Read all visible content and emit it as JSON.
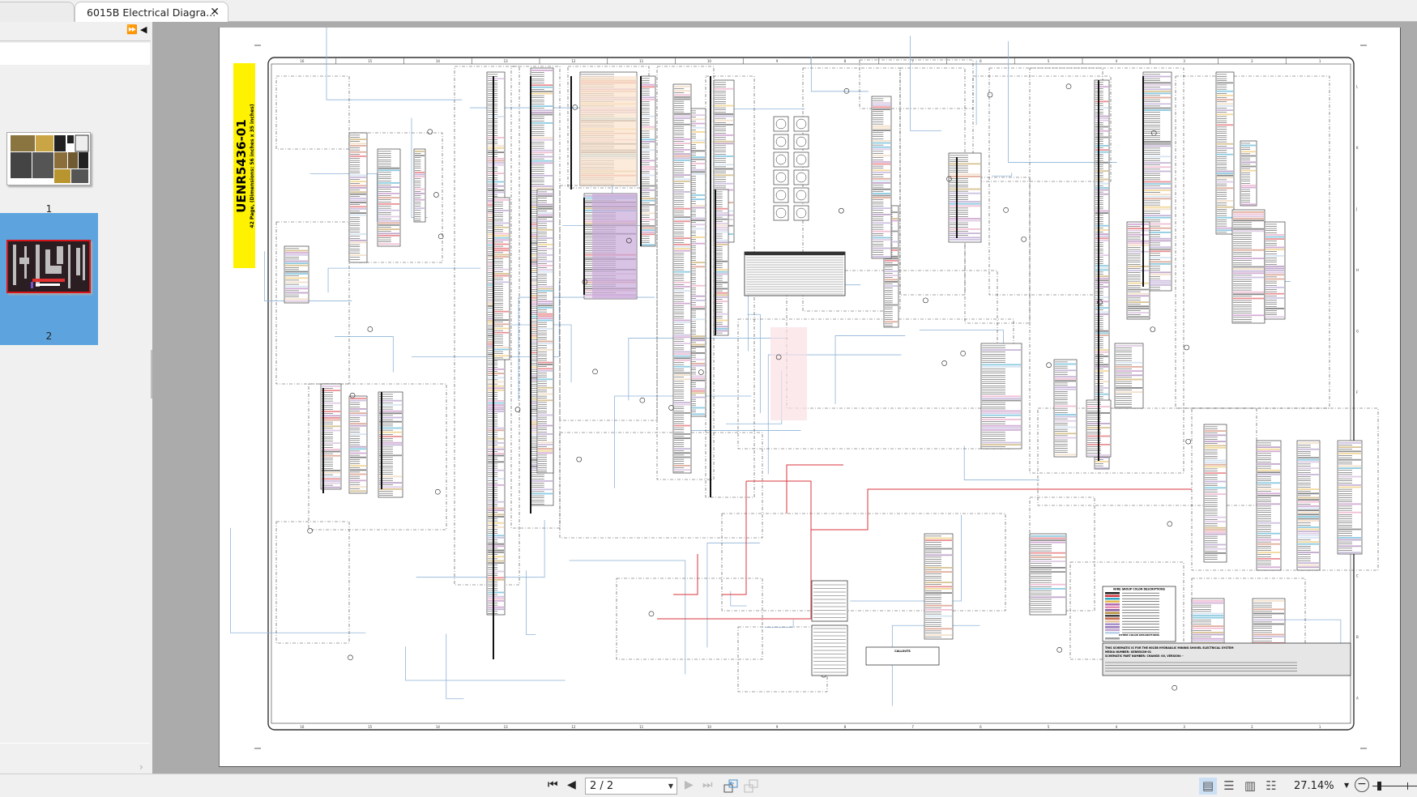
{
  "tabs": [
    {
      "label": "",
      "active": false
    },
    {
      "label": "6015B Electrical Diagra...",
      "active": true,
      "close_icon": "close-icon"
    }
  ],
  "sidebar": {
    "toolbar": {
      "expand_icon": "double-chevron-right-icon",
      "collapse_icon": "triangle-left-icon",
      "expand_glyph": "⏩",
      "collapse_glyph": "◀"
    },
    "search_placeholder": "",
    "thumbnails": [
      {
        "page": "1",
        "selected": false
      },
      {
        "page": "2",
        "selected": true
      }
    ],
    "scroll_right_glyph": "›"
  },
  "document": {
    "id": "UENR5436-01",
    "subtitle": "42 Page, (Dimensions: 56 inches x 35 inches)",
    "zones_top": [
      "16",
      "15",
      "14",
      "13",
      "12",
      "11",
      "10",
      "9",
      "8",
      "7",
      "6",
      "5",
      "4",
      "3",
      "2",
      "1"
    ],
    "zones_side": [
      "L",
      "K",
      "J",
      "H",
      "G",
      "F",
      "E",
      "D",
      "C",
      "B",
      "A"
    ],
    "legend": {
      "title": "WIRE GROUP COLOR DESCRIPTIONS",
      "other_title": "OTHER COLOR DESCRIPTIONS",
      "colors": [
        "#222222",
        "#d9363e",
        "#2fa3c8",
        "#e8b84a",
        "#b06ab3",
        "#e48cb2",
        "#8e5fa0",
        "#b8923c",
        "#3e3e3e",
        "#c76b4d",
        "#e9c8a0",
        "#a590c9",
        "#9a7cb8",
        "#c5a3cf",
        "#b8d0e8"
      ],
      "other_color": "#a0a0a0"
    },
    "title_block": {
      "line1": "THIS SCHEMATIC IS FOR THE 6015B HYDRAULIC MINING SHOVEL ELECTRICAL SYSTEM",
      "line2": "MEDIA NUMBER: UENR5436-01",
      "line3": "SCHEMATIC PART NUMBER: CHANGE: 00, VERSION: -"
    },
    "callout_title": "CALLOUTS",
    "symbol_table_title": "SYMBOL / DESCRIPTION",
    "wire_colors": {
      "harness": "#222222",
      "power": "#d9363e",
      "signal": "#8fb4d8"
    }
  },
  "bottombar": {
    "first_page_icon": "first-page-icon",
    "first_glyph": "⏮",
    "prev_page_icon": "prev-page-icon",
    "prev_glyph": "◀",
    "page_select": "2 / 2",
    "next_page_icon": "next-page-icon",
    "next_glyph": "▶",
    "last_page_icon": "last-page-icon",
    "last_glyph": "⏭",
    "view_modes": [
      {
        "name": "single-page-view",
        "glyph": "▤",
        "active": true
      },
      {
        "name": "continuous-view",
        "glyph": "☰",
        "active": false
      },
      {
        "name": "facing-view",
        "glyph": "▥",
        "active": false
      },
      {
        "name": "continuous-facing-view",
        "glyph": "☷",
        "active": false
      }
    ],
    "zoom": "27.14%",
    "zoom_out_glyph": "−",
    "zoom_fraction": 0.1
  }
}
